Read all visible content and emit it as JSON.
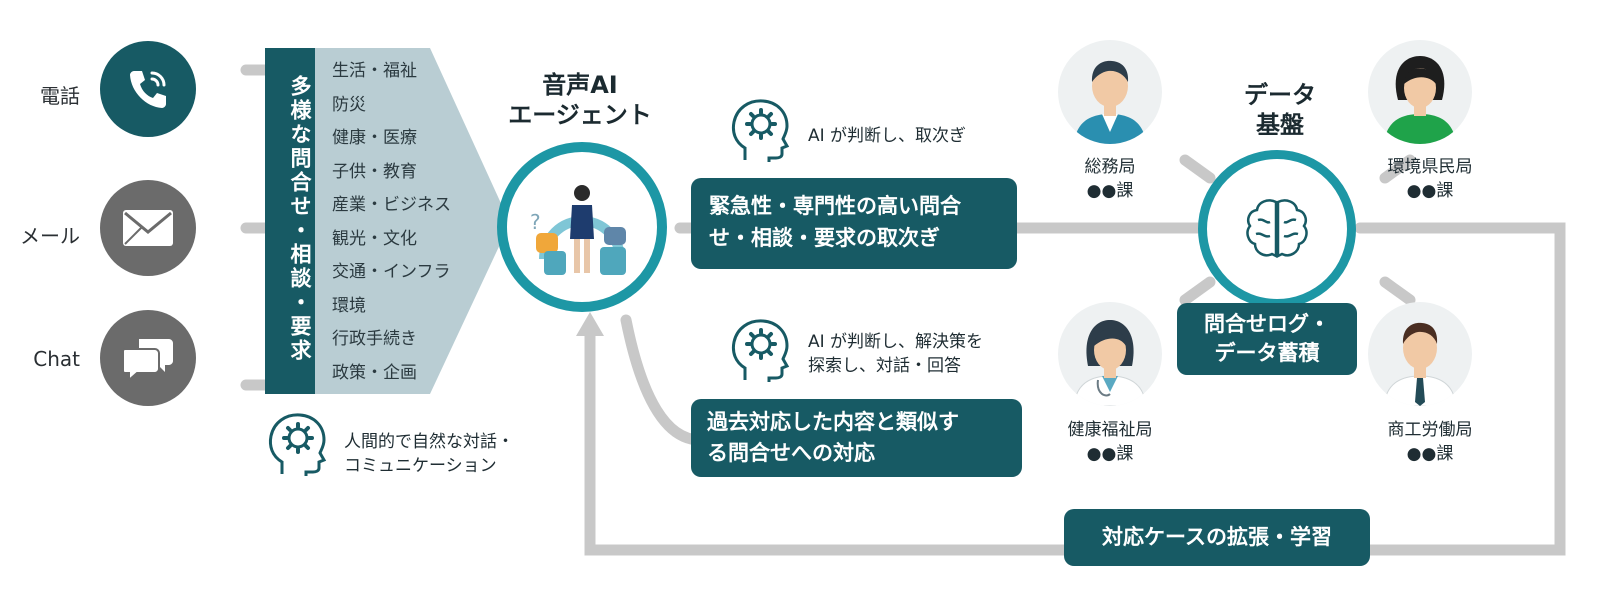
{
  "channels": [
    {
      "label": "電話",
      "icon": "phone-icon"
    },
    {
      "label": "メール",
      "icon": "envelope-icon"
    },
    {
      "label": "Chat",
      "icon": "chat-bubbles-icon"
    }
  ],
  "inquiry": {
    "title": "多様な問合せ・相談・要求",
    "topics": [
      "生活・福祉",
      "防災",
      "健康・医療",
      "子供・教育",
      "産業・ビジネス",
      "観光・文化",
      "交通・インフラ",
      "環境",
      "行政手続き",
      "政策・企画"
    ]
  },
  "human_note": {
    "line1": "人間的で自然な対話・",
    "line2": "コミュニケーション",
    "icon": "head-gear-icon"
  },
  "agent": {
    "line1": "音声AI",
    "line2": "エージェント",
    "icon": "ai-agent-illustration"
  },
  "route1": {
    "note_line1": "AI が判断し、取次ぎ",
    "box_line1": "緊急性・専門性の高い問合",
    "box_line2": "せ・相談・要求の取次ぎ"
  },
  "route2": {
    "note_line1": "AI が判断し、解決策を",
    "note_line2": "探索し、対話・回答",
    "box_line1": "過去対応した内容と類似す",
    "box_line2": "る問合せへの対応"
  },
  "data_base": {
    "title_line1": "データ",
    "title_line2": "基盤",
    "icon": "brain-icon",
    "log_line1": "問合せログ・",
    "log_line2": "データ蓄積"
  },
  "departments": [
    {
      "name": "総務局",
      "unit": "●●課",
      "icon": "man-suit-avatar-icon"
    },
    {
      "name": "環境県民局",
      "unit": "●●課",
      "icon": "woman-avatar-icon"
    },
    {
      "name": "健康福祉局",
      "unit": "●●課",
      "icon": "doctor-avatar-icon"
    },
    {
      "name": "商工労働局",
      "unit": "●●課",
      "icon": "businessman-avatar-icon"
    }
  ],
  "feedback": {
    "label": "対応ケースの拡張・学習"
  },
  "colors": {
    "teal": "#175a64",
    "gray": "#6b6b6b",
    "ring": "#1d97a5",
    "panel": "#b9cdd3",
    "connector": "#c8c8c8"
  }
}
